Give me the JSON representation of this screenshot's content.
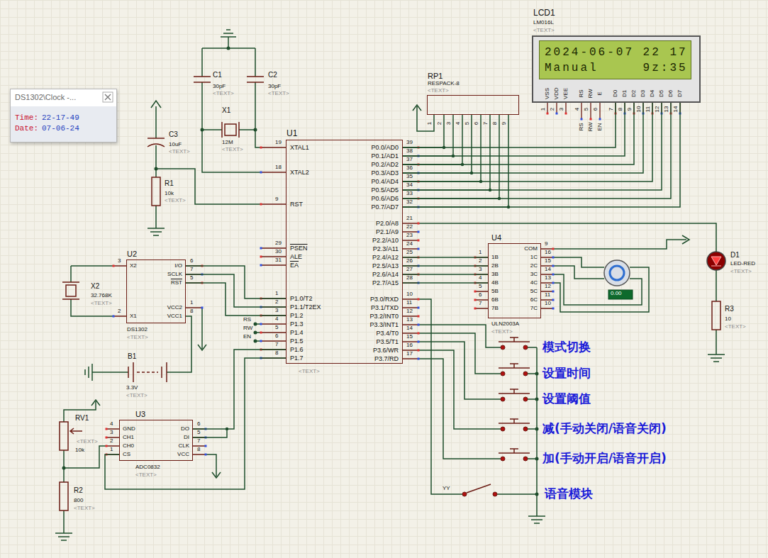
{
  "diagram": {
    "nodes": [
      {
        "text": [
          "DS1302\\Clock -...",
          "Time:",
          "22-17-49",
          "Date:",
          "07-06-24"
        ]
      },
      {
        "text": [
          "LCD1",
          "LM016L",
          "<TEXT>",
          "VSS",
          "VDD",
          "VEE",
          "RS",
          "RW",
          "E",
          "D0",
          "D1",
          "D2",
          "D3",
          "D4",
          "D5",
          "D6",
          "D7"
        ]
      },
      {
        "text": [
          "2024-06-07 22 17",
          "Manual     9z:35"
        ],
        "in": 1
      },
      {
        "text": [
          "RP1",
          "RESPACK-8",
          "<TEXT>"
        ]
      },
      {
        "text": [
          "U1",
          "XTAL1",
          "XTAL2",
          "RST",
          "PSEN",
          "ALE",
          "EA",
          "P1.0/T2",
          "P1.1/T2EX",
          "P1.2",
          "P1.3",
          "P1.4",
          "P1.5",
          "P1.6",
          "P1.7",
          "P0.0/AD0",
          "P0.1/AD1",
          "P0.2/AD2",
          "P0.3/AD3",
          "P0.4/AD4",
          "P0.5/AD5",
          "P0.6/AD6",
          "P0.7/AD7",
          "P2.0/A8",
          "P2.1/A9",
          "P2.2/A10",
          "P2.3/A11",
          "P2.4/A12",
          "P2.5/A13",
          "P2.6/A14",
          "P2.7/A15",
          "P3.0/RXD",
          "P3.1/TXD",
          "P3.2/INT0",
          "P3.3/INT1",
          "P3.4/T0",
          "P3.5/T1",
          "P3.6/WR",
          "P3.7/RD",
          "<TEXT>"
        ]
      },
      {
        "text": [
          "U2",
          "X2",
          "X1",
          "I/O",
          "SCLK",
          "RST",
          "VCC2",
          "VCC1",
          "DS1302",
          "<TEXT>"
        ]
      },
      {
        "text": [
          "U4",
          "1B",
          "2B",
          "3B",
          "4B",
          "5B",
          "6B",
          "7B",
          "COM",
          "1C",
          "2C",
          "3C",
          "4C",
          "5C",
          "6C",
          "7C",
          "ULN2003A",
          "<TEXT>"
        ]
      },
      {
        "text": [
          "U3",
          "GND",
          "CH1",
          "CH0",
          "CS",
          "DO",
          "DI",
          "CLK",
          "VCC",
          "ADC0832",
          "<TEXT>"
        ]
      }
    ],
    "edges": [
      {
        "from": 4,
        "to": 1,
        "arrow": "none"
      },
      {
        "from": 3,
        "to": 4,
        "arrow": "none"
      },
      {
        "from": 4,
        "to": 5,
        "arrow": "none"
      },
      {
        "from": 4,
        "to": 7,
        "arrow": "none"
      },
      {
        "from": 4,
        "to": 6,
        "arrow": "none"
      }
    ],
    "labels": [
      "19",
      "18",
      "9",
      "29",
      "30",
      "31",
      "1",
      "2",
      "3",
      "4",
      "5",
      "6",
      "7",
      "8",
      "39",
      "38",
      "37",
      "36",
      "35",
      "34",
      "33",
      "32",
      "21",
      "22",
      "23",
      "24",
      "25",
      "26",
      "27",
      "28",
      "10",
      "11",
      "12",
      "13",
      "14",
      "15",
      "16",
      "17",
      "1",
      "2",
      "3",
      "4",
      "5",
      "6",
      "7",
      "8",
      "9",
      "10",
      "11",
      "12",
      "13",
      "14",
      "RS",
      "RW",
      "EN",
      "1",
      "2",
      "3",
      "4",
      "5",
      "6",
      "7",
      "8",
      "9",
      "3",
      "2",
      "6",
      "7",
      "5",
      "1",
      "8",
      "4",
      "3",
      "2",
      "1",
      "6",
      "5",
      "7",
      "8",
      "1",
      "2",
      "3",
      "4",
      "5",
      "6",
      "7",
      "9",
      "16",
      "15",
      "14",
      "13",
      "12",
      "11",
      "10",
      "RS",
      "RW",
      "EN",
      "C1",
      "30pF",
      "<TEXT>",
      "C2",
      "30pF",
      "<TEXT>",
      "X1",
      "12M",
      "<TEXT>",
      "C3",
      "10uF",
      "<TEXT>",
      "R1",
      "10k",
      "<TEXT>",
      "X2",
      "32.768K",
      "<TEXT>",
      "B1",
      "3.3V",
      "<TEXT>",
      "RV1",
      "<TEXT>",
      "10k",
      "R2",
      "800",
      "<TEXT>",
      "D1",
      "LED-RED",
      "<TEXT>",
      "R3",
      "10",
      "<TEXT>",
      "0.00",
      "YY",
      "模式切换",
      "设置时间",
      "设置阈值",
      "减(手动关闭/语音关闭)",
      "加(手动开启/语音开启)",
      "语音模块"
    ]
  }
}
